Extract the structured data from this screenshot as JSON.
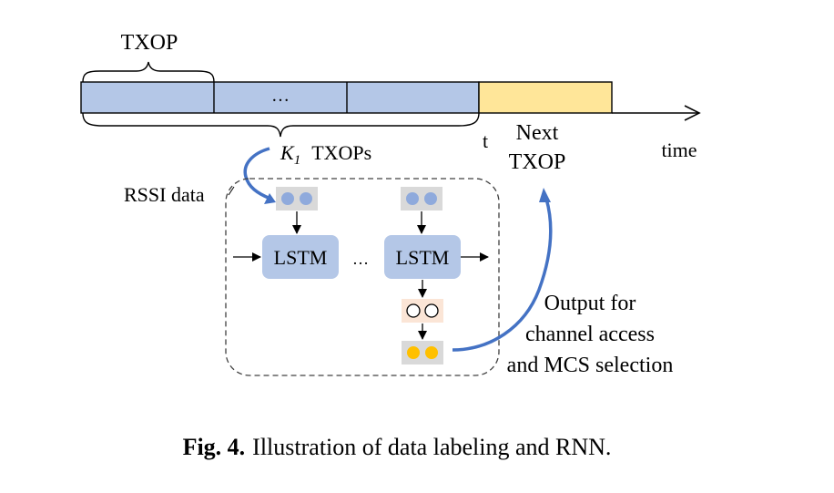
{
  "timeline": {
    "txop_label": "TXOP",
    "ellipsis": "…",
    "k1_symbol": "K",
    "k1_subscript": "1",
    "k1_suffix": "TXOPs",
    "t_label": "t",
    "next_line1": "Next",
    "next_line2": "TXOP",
    "time_label": "time"
  },
  "rnn": {
    "rssi_label": "RSSI data",
    "lstm_left": "LSTM",
    "lstm_right": "LSTM",
    "between_ellipsis": "…",
    "output_line1": "Output for",
    "output_line2": "channel access",
    "output_line3": "and MCS selection"
  },
  "caption": {
    "bold": "Fig. 4.",
    "text": "Illustration of data labeling and RNN."
  },
  "colors": {
    "past_txop_fill": "#b4c7e7",
    "next_txop_fill": "#ffe699",
    "lstm_fill": "#b4c7e7",
    "input_box_fill": "#d9d9d9",
    "input_dot": "#8faadc",
    "hidden_box_fill": "#fbe5d6",
    "output_dot": "#ffc000",
    "curve_arrow": "#4472c4"
  }
}
